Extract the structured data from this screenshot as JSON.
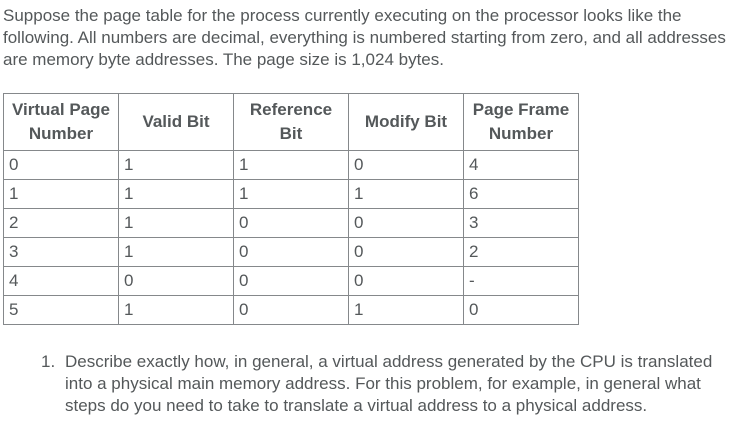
{
  "intro": {
    "text": "Suppose the page table for the process currently executing on the processor looks like the following. All numbers are decimal, everything is numbered starting from zero, and all addresses are memory byte addresses. The page size is 1,024 bytes."
  },
  "page_table": {
    "headers": [
      "Virtual Page Number",
      "Valid Bit",
      "Reference Bit",
      "Modify Bit",
      "Page Frame Number"
    ],
    "rows": [
      [
        "0",
        "1",
        "1",
        "0",
        "4"
      ],
      [
        "1",
        "1",
        "1",
        "1",
        "6"
      ],
      [
        "2",
        "1",
        "0",
        "0",
        "3"
      ],
      [
        "3",
        "1",
        "0",
        "0",
        "2"
      ],
      [
        "4",
        "0",
        "0",
        "0",
        "-"
      ],
      [
        "5",
        "1",
        "0",
        "1",
        "0"
      ]
    ]
  },
  "questions": [
    {
      "number": "1.",
      "text": "Describe exactly how, in general, a virtual address generated by the CPU is translated into a physical main memory address. For this problem, for example, in general what steps do you need to take to translate a virtual address to a physical address."
    }
  ],
  "colors": {
    "text": "#54585a",
    "table_border": "#85888b",
    "background": "#ffffff"
  }
}
